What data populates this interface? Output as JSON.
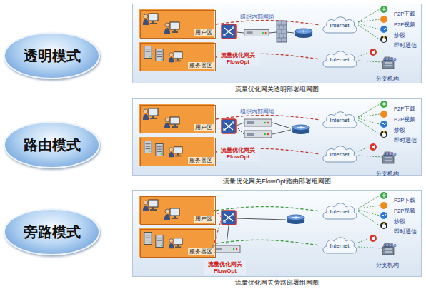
{
  "diagram": {
    "nodes": [
      {
        "text": [
          "透明模式"
        ]
      },
      {
        "text": [
          "路由模式"
        ]
      },
      {
        "text": [
          "旁路模式"
        ]
      },
      {
        "text": [
          "流量优化网关透明部署组网图"
        ]
      },
      {
        "text": [
          "用户区"
        ],
        "in": 3
      },
      {
        "text": [
          "服务器区"
        ],
        "in": 3
      },
      {
        "text": [
          "流量优化网关 FlowOpt"
        ],
        "in": 3
      },
      {
        "text": [
          "Internet"
        ],
        "in": 3
      },
      {
        "text": [
          "Internet"
        ],
        "in": 3
      },
      {
        "text": [
          "流量优化网关FlowOpt路由部署组网图"
        ]
      },
      {
        "text": [
          "用户区"
        ],
        "in": 9
      },
      {
        "text": [
          "服务器区"
        ],
        "in": 9
      },
      {
        "text": [
          "流量优化网关 FlowOpt"
        ],
        "in": 9
      },
      {
        "text": [
          "Internet"
        ],
        "in": 9
      },
      {
        "text": [
          "Internet"
        ],
        "in": 9
      },
      {
        "text": [
          "流量优化网关旁路部署组网图"
        ]
      },
      {
        "text": [
          "用户区"
        ],
        "in": 15
      },
      {
        "text": [
          "服务器区"
        ],
        "in": 15
      },
      {
        "text": [
          "流量优化网关 FlowOpt"
        ],
        "in": 15
      },
      {
        "text": [
          "Internet"
        ],
        "in": 15
      },
      {
        "text": [
          "Internet"
        ],
        "in": 15
      }
    ],
    "edges": [
      {
        "from": 4,
        "to": 7,
        "arrow": "none"
      },
      {
        "from": 5,
        "to": 8,
        "arrow": "none"
      },
      {
        "from": 10,
        "to": 13,
        "arrow": "none"
      },
      {
        "from": 11,
        "to": 14,
        "arrow": "none"
      },
      {
        "from": 16,
        "to": 19,
        "arrow": "none"
      },
      {
        "from": 17,
        "to": 20,
        "arrow": "none"
      }
    ],
    "labels": [
      "组织内部网络",
      "P2P下载",
      "P2P视频",
      "炒股",
      "即时通信",
      "audio",
      "分支机构",
      "组织内部网络",
      "P2P下载",
      "P2P视频",
      "炒股",
      "即时通信",
      "audio",
      "分支机构",
      "P2P下载",
      "P2P视频",
      "炒股",
      "即时通信",
      "audio",
      "分支机构"
    ]
  }
}
